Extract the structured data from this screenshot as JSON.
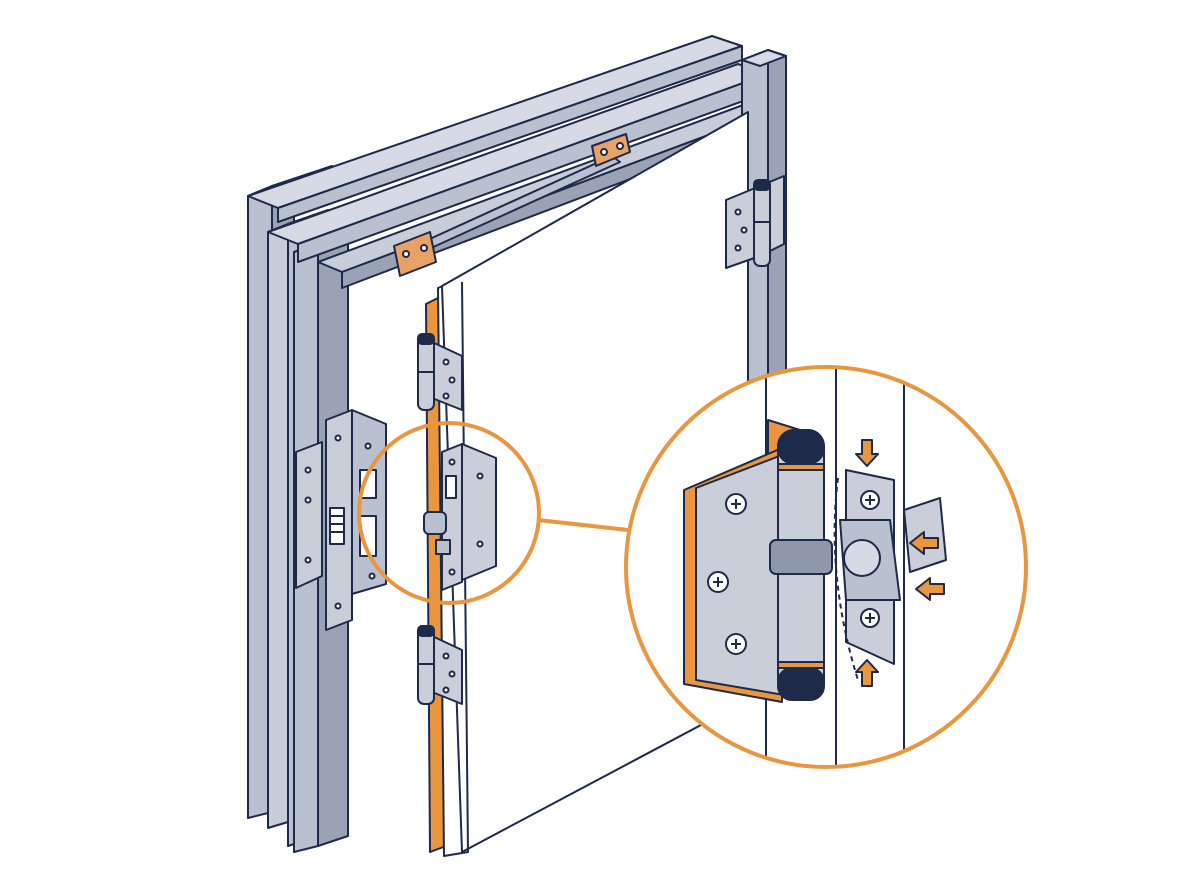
{
  "illustration": {
    "subject": "door-frame-hinge-and-latch-isometric",
    "colors": {
      "background": "#ffffff",
      "frame_fill": "#b9c0cf",
      "frame_light": "#d5dae4",
      "frame_dark": "#9aa3b6",
      "outline": "#1e2a4a",
      "accent_orange": "#e9963f",
      "copper_plate": "#e8a266",
      "door_face": "#ffffff",
      "metal_light": "#c9ced9",
      "metal_dark": "#8f98ab"
    },
    "components": [
      "frame-left-jamb",
      "frame-head",
      "frame-right-jamb",
      "door-panel",
      "upper-hinge",
      "lower-hinge",
      "top-right-hinge",
      "latch-strike",
      "keeper-plate",
      "head-closer-track",
      "detail-callout-circle",
      "zoom-callout-circle",
      "magnified-hinge",
      "magnified-latch"
    ],
    "detail_arrows": [
      "arrow-down",
      "arrow-left-upper",
      "arrow-left-lower",
      "arrow-up"
    ]
  }
}
